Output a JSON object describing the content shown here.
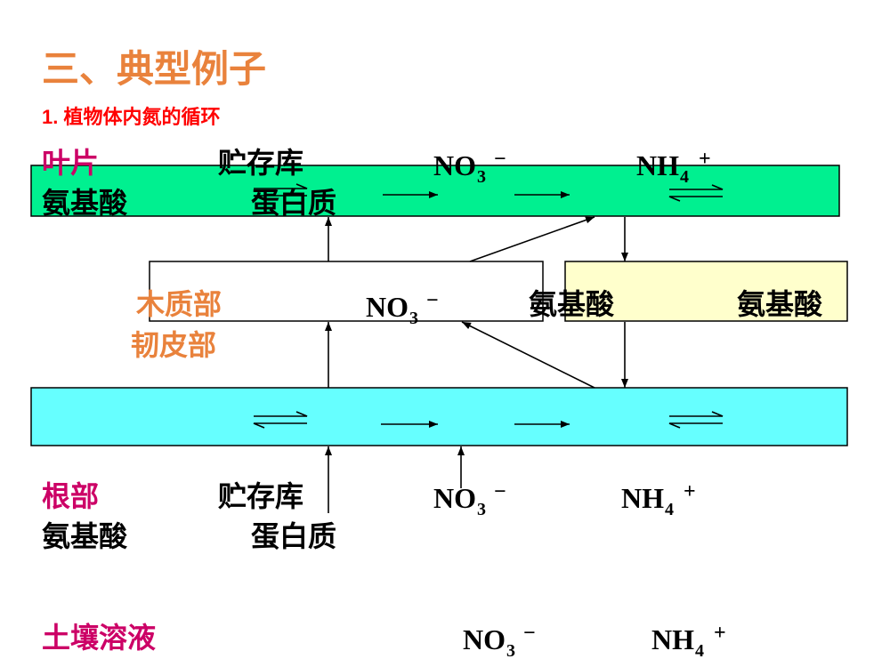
{
  "title": "三、典型例子",
  "subtitle": "1. 植物体内氮的循环",
  "leaf": {
    "label": "叶片",
    "storage": "贮存库",
    "nitrate": {
      "base": "NO",
      "sub": "3",
      "sup": "−"
    },
    "ammonium": {
      "base": "NH",
      "sub": "4",
      "sup": "+"
    },
    "amino_acid": "氨基酸",
    "protein": "蛋白质"
  },
  "xylem": {
    "label": "木质部",
    "nitrate": {
      "base": "NO",
      "sub": "3",
      "sup": "−"
    },
    "amino_acid": "氨基酸"
  },
  "phloem": {
    "label": "韧皮部",
    "amino_acid": "氨基酸"
  },
  "root": {
    "label": "根部",
    "storage": "贮存库",
    "nitrate": {
      "base": "NO",
      "sub": "3",
      "sup": "−"
    },
    "ammonium": {
      "base": "NH",
      "sub": "4",
      "sup": "+"
    },
    "amino_acid": "氨基酸",
    "protein": "蛋白质"
  },
  "soil": {
    "label": "土壤溶液",
    "nitrate": {
      "base": "NO",
      "sub": "3",
      "sup": "−"
    },
    "ammonium": {
      "base": "NH",
      "sub": "4",
      "sup": "+"
    }
  },
  "colors": {
    "title": "#E9823C",
    "subtitle": "#FF0000",
    "organ_label": "#CC0066",
    "vessel_label": "#E9823C",
    "text": "#000000",
    "line": "#000000",
    "leaf_band": "#00F090",
    "root_band": "#66FFFF",
    "xylem_box": "#FFFFFF",
    "phloem_box": "#FFFFCC"
  }
}
